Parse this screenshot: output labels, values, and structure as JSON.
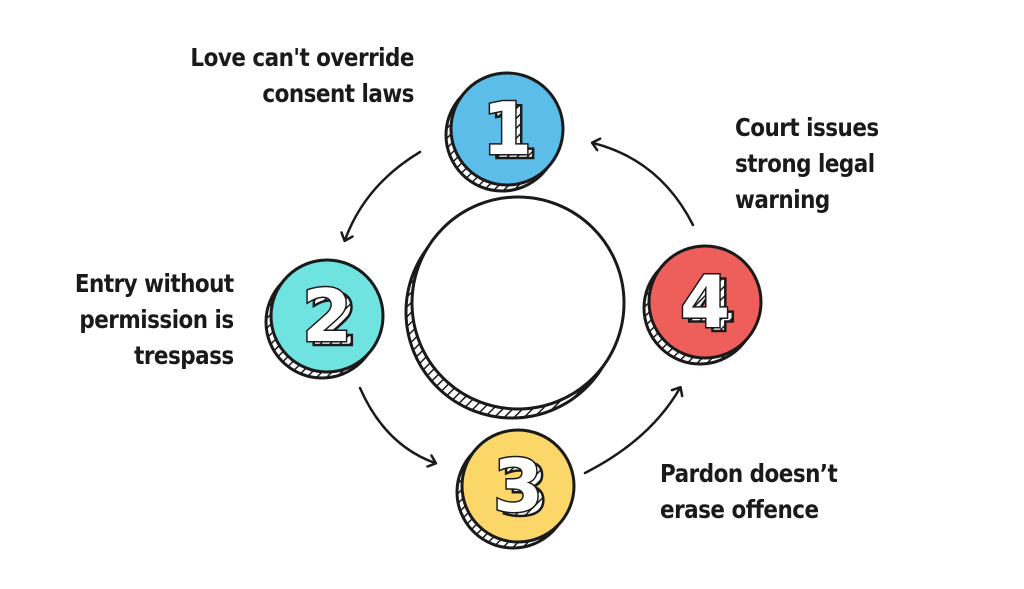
{
  "colors": {
    "step1": "#5cbde8",
    "step2": "#6ee3e0",
    "step3": "#fbd668",
    "step4": "#ee5f5b",
    "ink": "#1a1a1a"
  },
  "steps": [
    {
      "number": "1",
      "lines": [
        "Love can't override",
        "consent laws"
      ]
    },
    {
      "number": "2",
      "lines": [
        "Entry without",
        "permission is",
        "trespass"
      ]
    },
    {
      "number": "3",
      "lines": [
        "Pardon doesn’t",
        "erase offence"
      ]
    },
    {
      "number": "4",
      "lines": [
        "Court issues",
        "strong legal",
        "warning"
      ]
    }
  ]
}
